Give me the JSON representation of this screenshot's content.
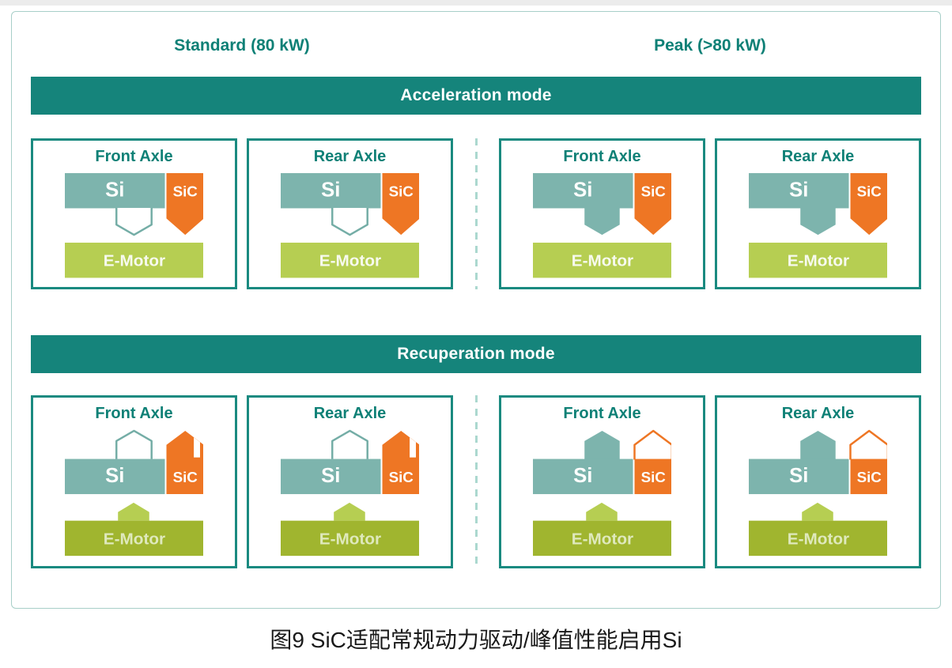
{
  "header": {
    "standard": "Standard (80 kW)",
    "peak": "Peak (>80 kW)"
  },
  "modes": {
    "acceleration": "Acceleration mode",
    "recuperation": "Recuperation mode"
  },
  "panels": [
    {
      "mode": "Acceleration mode",
      "column": "Standard (80 kW)",
      "title": "Front Axle",
      "si": "Si",
      "sic": "SiC",
      "emotor": "E-Motor",
      "si_indicator": "hollow-down-arrow",
      "sic_indicator": "filled-down-banner"
    },
    {
      "mode": "Acceleration mode",
      "column": "Standard (80 kW)",
      "title": "Rear Axle",
      "si": "Si",
      "sic": "SiC",
      "emotor": "E-Motor",
      "si_indicator": "hollow-down-arrow",
      "sic_indicator": "filled-down-banner"
    },
    {
      "mode": "Acceleration mode",
      "column": "Peak (>80 kW)",
      "title": "Front Axle",
      "si": "Si",
      "sic": "SiC",
      "emotor": "E-Motor",
      "si_indicator": "filled-down-arrow",
      "sic_indicator": "filled-down-banner"
    },
    {
      "mode": "Acceleration mode",
      "column": "Peak (>80 kW)",
      "title": "Rear Axle",
      "si": "Si",
      "sic": "SiC",
      "emotor": "E-Motor",
      "si_indicator": "filled-down-arrow",
      "sic_indicator": "filled-down-banner"
    },
    {
      "mode": "Recuperation mode",
      "column": "Standard (80 kW)",
      "title": "Front Axle",
      "si": "Si",
      "sic": "SiC",
      "emotor": "E-Motor",
      "si_indicator": "hollow-up-arrow",
      "sic_indicator": "filled-up-banner-with-notch",
      "emotor_indicator": "filled-up-arrow"
    },
    {
      "mode": "Recuperation mode",
      "column": "Standard (80 kW)",
      "title": "Rear Axle",
      "si": "Si",
      "sic": "SiC",
      "emotor": "E-Motor",
      "si_indicator": "hollow-up-arrow",
      "sic_indicator": "filled-up-banner-with-notch",
      "emotor_indicator": "filled-up-arrow"
    },
    {
      "mode": "Recuperation mode",
      "column": "Peak (>80 kW)",
      "title": "Front Axle",
      "si": "Si",
      "sic": "SiC",
      "emotor": "E-Motor",
      "si_indicator": "filled-up-arrow",
      "sic_indicator": "filled-bar-hollow-up-roof",
      "emotor_indicator": "filled-up-arrow"
    },
    {
      "mode": "Recuperation mode",
      "column": "Peak (>80 kW)",
      "title": "Rear Axle",
      "si": "Si",
      "sic": "SiC",
      "emotor": "E-Motor",
      "si_indicator": "filled-up-arrow",
      "sic_indicator": "filled-bar-hollow-up-roof",
      "emotor_indicator": "filled-up-arrow"
    }
  ],
  "caption": {
    "text": "图9  SiC适配常规动力驱动/峰值性能启用Si"
  },
  "colors": {
    "banner_teal": "#15847b",
    "panel_border_teal": "#1a8a80",
    "header_text_teal": "#0e8076",
    "si_bar": "#7db4ad",
    "sic_orange": "#ee7624",
    "emotor_light_green": "#b6ce52",
    "emotor_dark_green": "#a0b52f",
    "divider_dash": "#abd8cf"
  }
}
